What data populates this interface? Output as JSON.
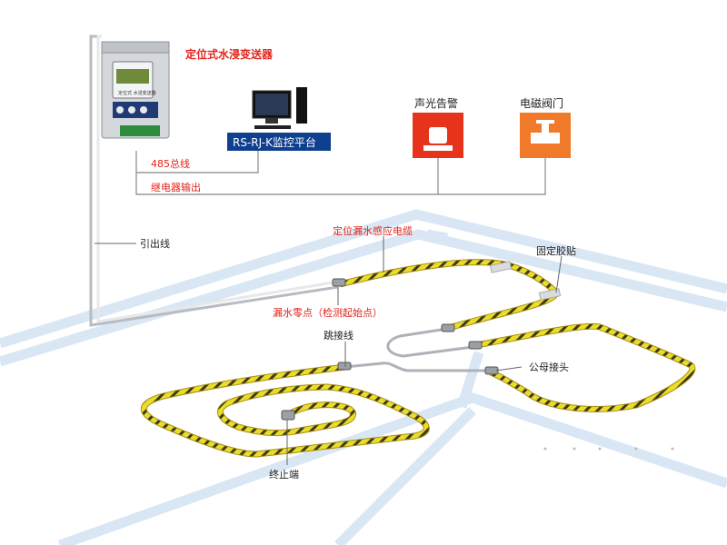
{
  "device": {
    "title": "定位式水浸变送器",
    "panel_text": "定位式 水浸变送器"
  },
  "platform": {
    "label": "RS-RJ-K监控平台"
  },
  "alarm": {
    "label": "声光告警",
    "color": "#e8331c"
  },
  "valve": {
    "label": "电磁阀门",
    "color": "#f07a2a"
  },
  "wires": {
    "bus": "485总线",
    "relay": "继电器输出",
    "lead": "引出线"
  },
  "cable": {
    "label": "定位漏水感应电缆",
    "fix": "固定胶贴",
    "zero": "漏水零点（检测起始点）",
    "jumper": "跳接线",
    "connector": "公母接头",
    "end": "终止端",
    "color": "#e8de2a"
  },
  "colors": {
    "red_text": "#e0241b",
    "floor": "#d9e6f4",
    "platform_box": "#0f3f8f"
  }
}
